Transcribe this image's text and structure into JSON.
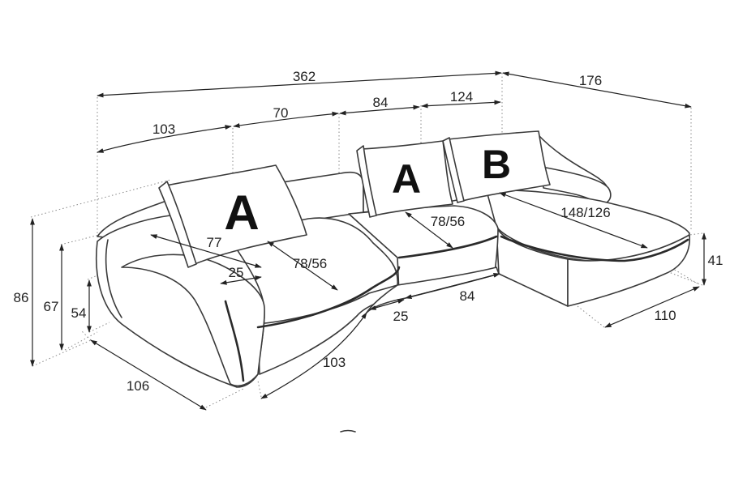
{
  "cushions": {
    "a1": "A",
    "a2": "A",
    "b": "B"
  },
  "dimensions": {
    "total_width": "362",
    "chaise_depth": "176",
    "seg1": "103",
    "seg2": "70",
    "seg3": "84",
    "seg4": "124",
    "height_total": "86",
    "height_arm": "67",
    "height_seat": "54",
    "seat_depth_arm": "77",
    "seat_inner_depth": "78/56",
    "seat_mid_depth": "78/56",
    "arm_width": "25",
    "chaise_seat_depth": "148/126",
    "chaise_height": "41",
    "chaise_front_width": "110",
    "front_mid": "84",
    "front_gap": "25",
    "front_left": "103",
    "depth_left": "106"
  }
}
